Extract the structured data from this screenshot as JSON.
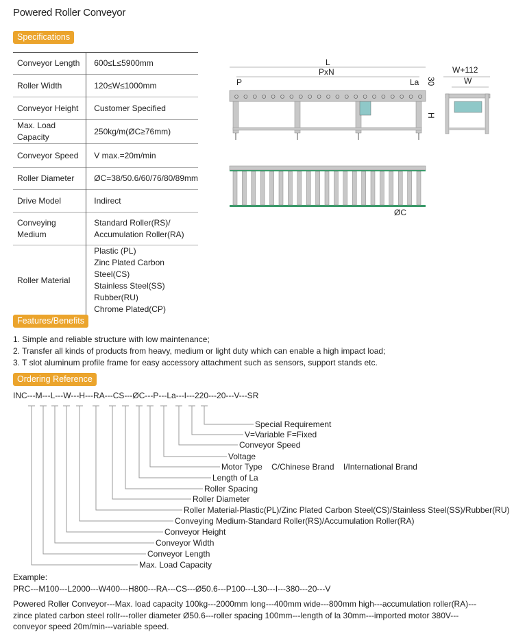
{
  "title": "Powered Roller Conveyor",
  "sections": {
    "specs": "Specifications",
    "features": "Features/Benefits",
    "ordering": "Ordering Reference"
  },
  "specs": [
    {
      "k": "Conveyor Length",
      "v": [
        "600≤L≤5900mm"
      ]
    },
    {
      "k": "Roller Width",
      "v": [
        "120≤W≤1000mm"
      ]
    },
    {
      "k": "Conveyor Height",
      "v": [
        "Customer Specified"
      ]
    },
    {
      "k": "Max. Load Capacity",
      "v": [
        "250kg/m(ØC≥76mm)"
      ]
    },
    {
      "k": "Conveyor Speed",
      "v": [
        "V max.=20m/min"
      ]
    },
    {
      "k": "Roller Diameter",
      "v": [
        "ØC=38/50.6/60/76/80/89mm"
      ]
    },
    {
      "k": "Drive Model",
      "v": [
        "Indirect"
      ]
    },
    {
      "k": "Conveying Medium",
      "v": [
        "Standard Roller(RS)/",
        "Accumulation Roller(RA)"
      ]
    },
    {
      "k": "Roller Material",
      "v": [
        "Plastic (PL)",
        "Zinc Plated Carbon Steel(CS)",
        "Stainless Steel(SS)",
        "Rubber(RU)",
        "Chrome Plated(CP)"
      ]
    }
  ],
  "diagram": {
    "L": "L",
    "PxN": "PxN",
    "P": "P",
    "La": "La",
    "h30": "30",
    "W112": "W+112",
    "W": "W",
    "H": "H",
    "C": "ØC"
  },
  "features": [
    "1. Simple and reliable structure with low maintenance;",
    "2. Transfer all kinds of products from heavy, medium or light duty which can enable a high impact load;",
    "3. T slot aluminum profile frame for easy accessory attachment such as sensors, support stands etc."
  ],
  "ordering": {
    "code": "INC---M---L---W---H---RA---CS---ØC---P---La---I---220---20---V---SR",
    "labels": [
      "Special Requirement",
      "V=Variable F=Fixed",
      "Conveyor Speed",
      "Voltage",
      "Motor Type    C/Chinese Brand    I/International Brand",
      "Length of La",
      "Roller Spacing",
      "Roller Diameter",
      "Roller Material-Plastic(PL)/Zinc Plated Carbon Steel(CS)/Stainless Steel(SS)/Rubber(RU)",
      "Conveying Medium-Standard Roller(RS)/Accumulation Roller(RA)",
      "Conveyor Height",
      "Conveyor Width",
      "Conveyor Length",
      "Max. Load Capacity"
    ]
  },
  "example": {
    "label": "Example:",
    "code": "PRC---M100---L2000---W400---H800---RA---CS---Ø50.6---P100---L30---I---380---20---V",
    "desc": [
      "Powered Roller Conveyor---Max. load capacity 100kg---2000mm long---400mm wide---800mm high---accumulation roller(RA)---",
      "zince plated carbon steel rollr---roller diameter Ø50.6---roller spacing 100mm---length of la 30mm---imported motor 380V---",
      "conveyor speed 20m/min---variable speed."
    ]
  },
  "colors": {
    "accent": "#eba42c",
    "frame": "#c8c8c8",
    "rail": "#3a9a6a",
    "motor": "#8fc8c8"
  }
}
